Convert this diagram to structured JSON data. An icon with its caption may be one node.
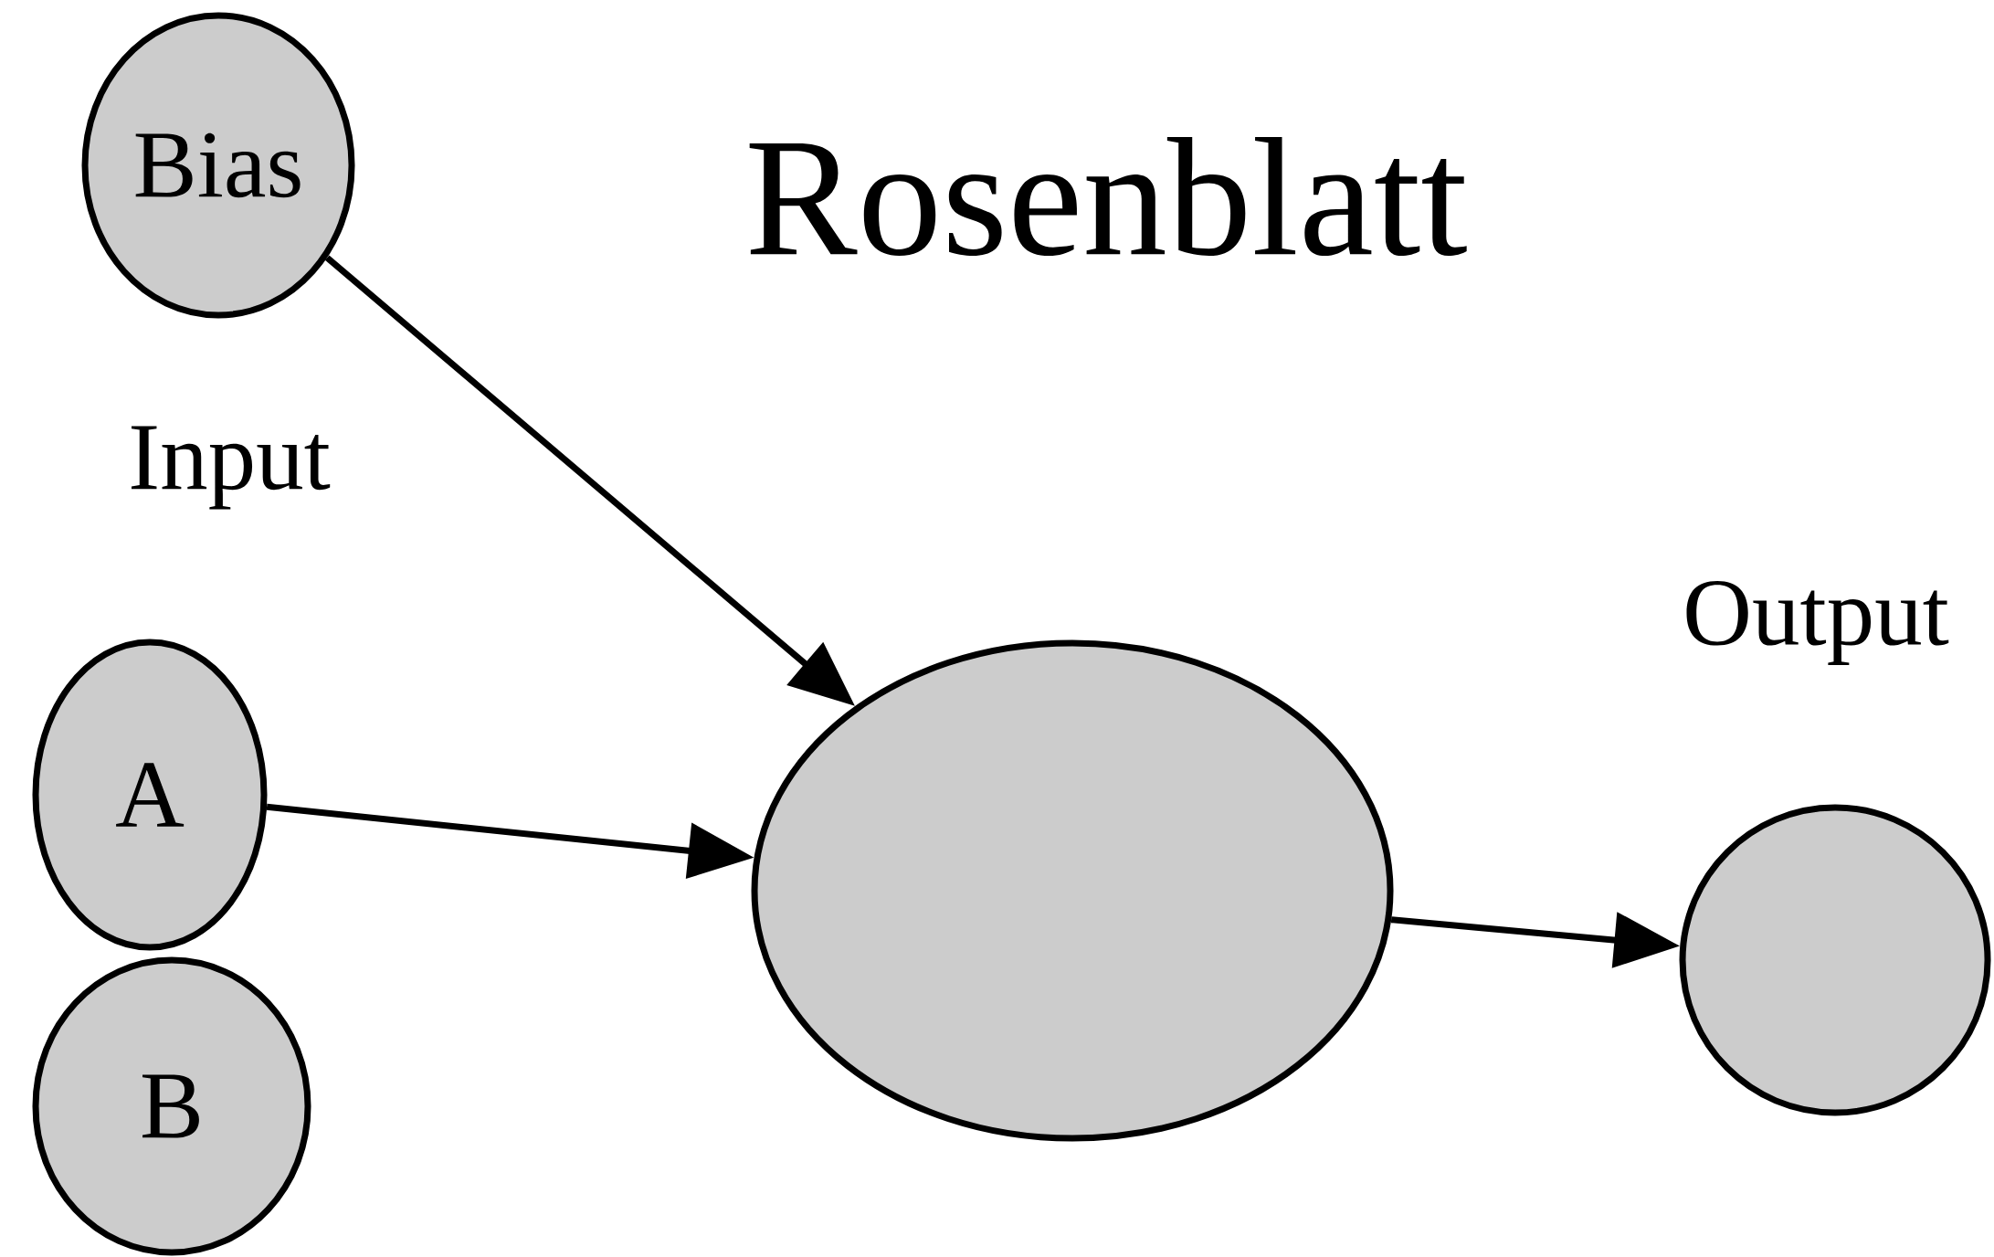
{
  "diagram": {
    "title": "Rosenblatt",
    "nodes": [
      {
        "text": [
          "Bias"
        ]
      },
      {
        "text": [
          "A"
        ]
      },
      {
        "text": [
          "B"
        ]
      },
      {
        "text": [],
        "shape": "ellipse"
      },
      {
        "text": [],
        "shape": "circle"
      }
    ],
    "edges": [
      {
        "from": 0,
        "to": 3,
        "arrow": "to"
      },
      {
        "from": 1,
        "to": 3,
        "arrow": "to"
      },
      {
        "from": 3,
        "to": 4,
        "arrow": "to"
      }
    ],
    "labels": [
      "Input",
      "Output"
    ]
  }
}
